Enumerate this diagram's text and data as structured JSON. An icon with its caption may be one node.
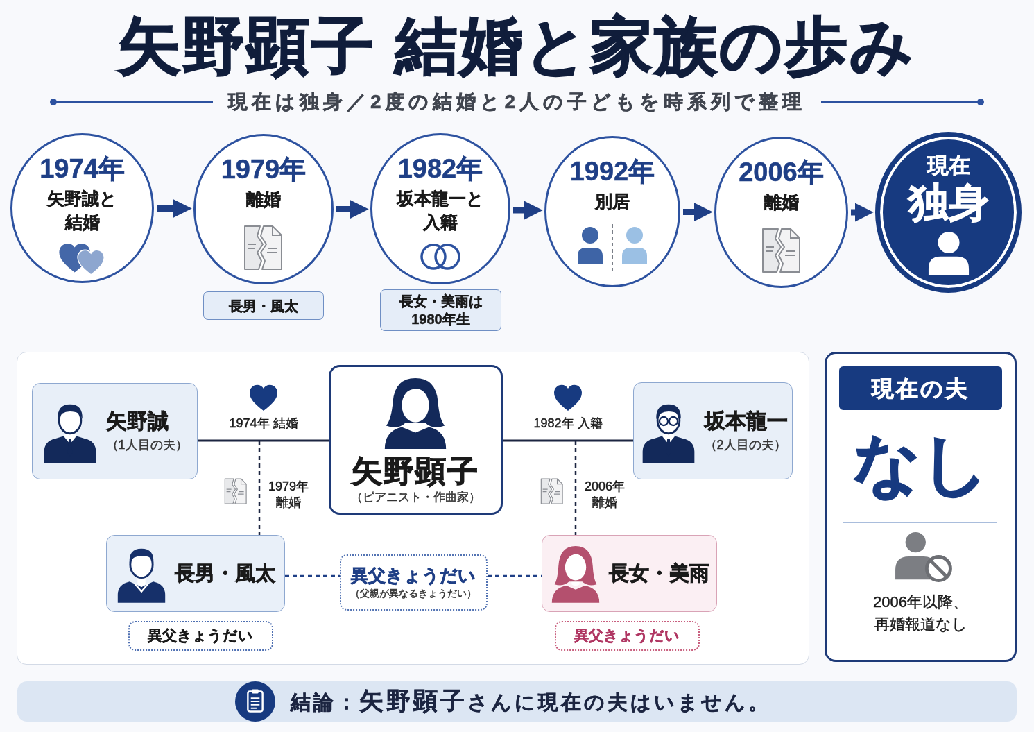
{
  "diagram": {
    "title": "矢野顕子 結婚と家族の歩み",
    "nodes": [
      {
        "text": [
          "1974年",
          "矢野誠と結婚"
        ]
      },
      {
        "text": [
          "1979年",
          "離婚"
        ]
      },
      {
        "text": [
          "長男・風太"
        ]
      },
      {
        "text": [
          "1982年",
          "坂本龍一と入籍"
        ]
      },
      {
        "text": [
          "長女・美雨は1980年生"
        ]
      },
      {
        "text": [
          "1992年",
          "別居"
        ]
      },
      {
        "text": [
          "2006年",
          "離婚"
        ]
      },
      {
        "text": [
          "現在",
          "独身"
        ]
      },
      {
        "text": [],
        "shape": "box"
      },
      {
        "text": [
          "矢野誠",
          "（1人目の夫）"
        ],
        "in": 8
      },
      {
        "text": [
          "矢野顕子",
          "（ピアニスト・作曲家）"
        ],
        "in": 8
      },
      {
        "text": [
          "坂本龍一",
          "（2人目の夫）"
        ],
        "in": 8
      },
      {
        "text": [
          "長男・風太"
        ],
        "in": 8
      },
      {
        "text": [
          "異父きょうだい",
          "（父親が異なるきょうだい）"
        ],
        "in": 8
      },
      {
        "text": [
          "長女・美雨"
        ],
        "in": 8
      },
      {
        "text": [
          "異父きょうだい"
        ],
        "in": 8
      },
      {
        "text": [
          "異父きょうだい"
        ],
        "in": 8
      },
      {
        "text": [
          "なし",
          "2006年以降、再婚報道なし"
        ]
      },
      {
        "text": [
          "現在の夫"
        ],
        "in": 17
      },
      {
        "text": [
          "結論：**矢野顕子**さんに現在の夫はいません。"
        ]
      }
    ],
    "edges": [
      {
        "from": 0,
        "to": 1,
        "arrow": "to",
        "style": "thick"
      },
      {
        "from": 1,
        "to": 3,
        "arrow": "to",
        "style": "thick"
      },
      {
        "from": 3,
        "to": 5,
        "arrow": "to",
        "style": "thick"
      },
      {
        "from": 5,
        "to": 6,
        "arrow": "to",
        "style": "thick"
      },
      {
        "from": 6,
        "to": 7,
        "arrow": "to",
        "style": "thick"
      },
      {
        "from": 9,
        "to": 10,
        "arrow": "none",
        "label": "1974年 結婚",
        "color": "#1c2541"
      },
      {
        "from": 10,
        "to": 11,
        "arrow": "none",
        "label": "1982年 入籍",
        "color": "#1c2541"
      },
      {
        "from": null,
        "to": 12,
        "arrow": "none",
        "label": "1979年離婚",
        "style": "dashed",
        "color": "#1c2541"
      },
      {
        "from": null,
        "to": 14,
        "arrow": "none",
        "label": "2006年離婚",
        "style": "dashed",
        "color": "#1c2541"
      },
      {
        "from": 12,
        "to": 13,
        "arrow": "none",
        "style": "dashed"
      },
      {
        "from": 13,
        "to": 14,
        "arrow": "none",
        "style": "dashed"
      }
    ],
    "labels": [
      "現在は独身／2度の結婚と2人の子どもを時系列で整理"
    ]
  }
}
